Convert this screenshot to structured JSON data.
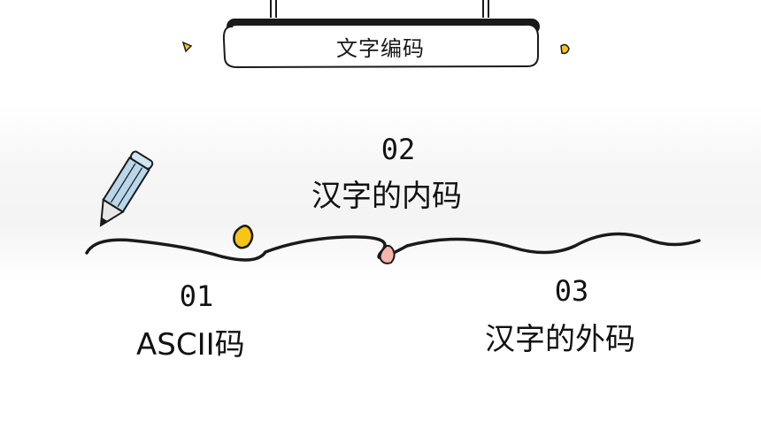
{
  "title": "文字编码",
  "items": [
    {
      "number": "01",
      "label": "ASCII码"
    },
    {
      "number": "02",
      "label": "汉字的内码"
    },
    {
      "number": "03",
      "label": "汉字的外码"
    }
  ],
  "colors": {
    "accent_yellow": "#f5c518",
    "accent_pink": "#f4b6ac",
    "pencil_blue": "#b9d6ea",
    "ink": "#1a1a1a"
  }
}
